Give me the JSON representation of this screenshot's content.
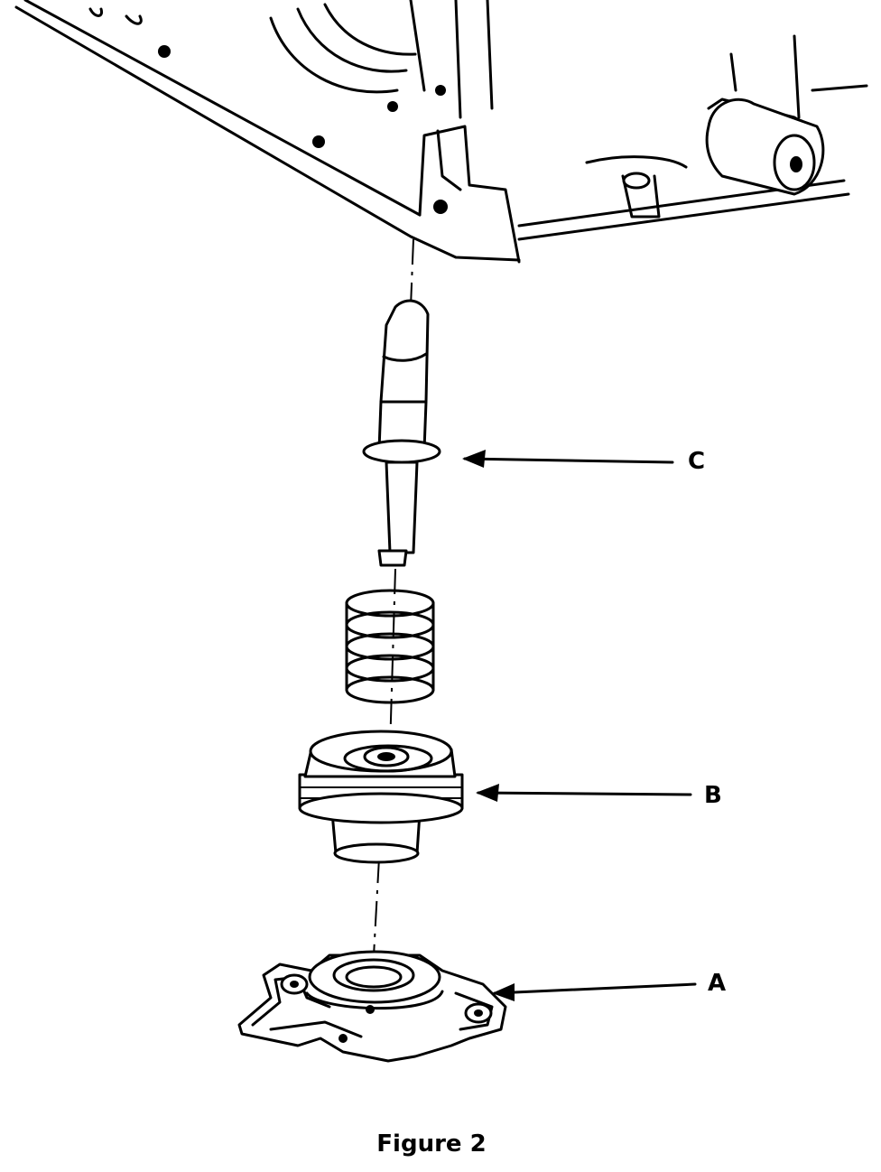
{
  "figure": {
    "caption": "Figure 2",
    "callouts": [
      {
        "id": "c",
        "label": "C"
      },
      {
        "id": "b",
        "label": "B"
      },
      {
        "id": "a",
        "label": "A"
      }
    ]
  }
}
